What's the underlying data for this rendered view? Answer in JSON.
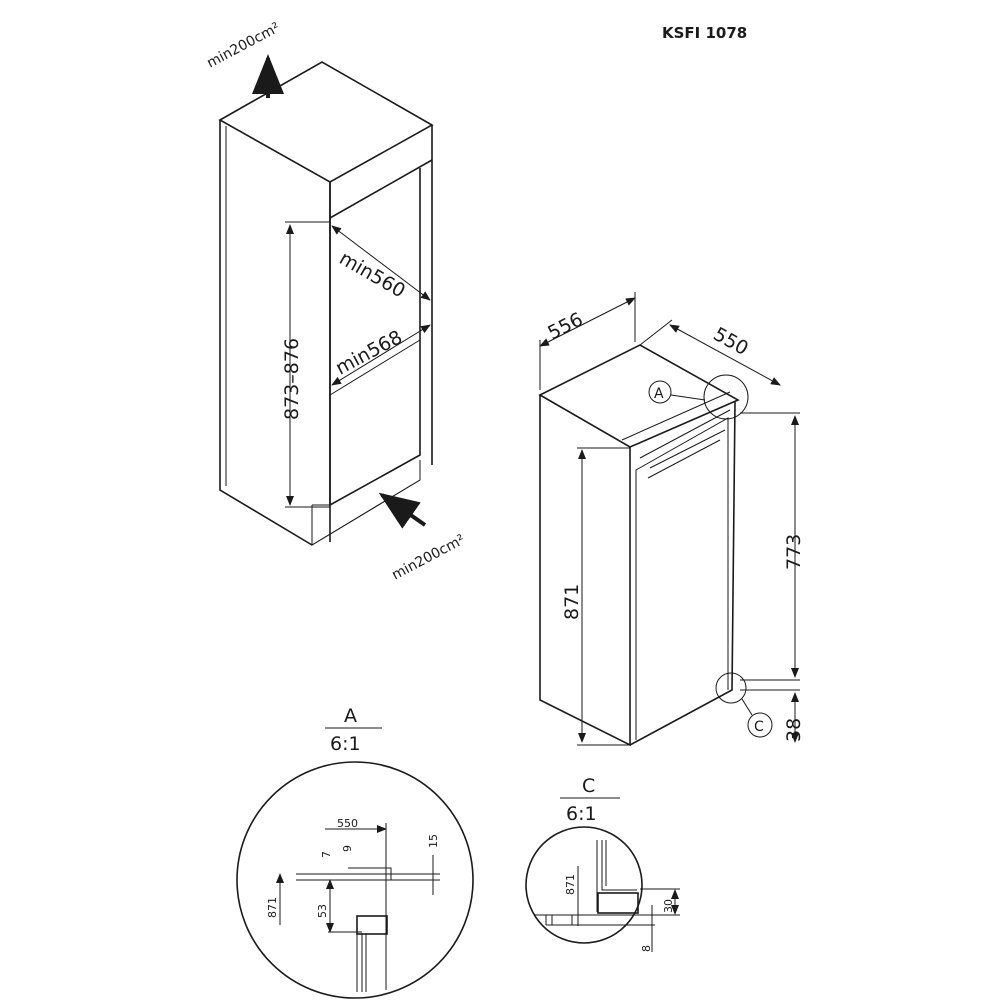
{
  "title": "KSFI 1078",
  "cabinet": {
    "vent_top": "min200cm²",
    "vent_bottom": "min200cm²",
    "niche_height": "873–876",
    "depth_min": "min560",
    "width_min": "min568"
  },
  "appliance": {
    "depth": "556",
    "width": "550",
    "height": "871",
    "door_height": "773",
    "bottom_offset": "38",
    "marker_a": "A",
    "marker_c": "C"
  },
  "detail_a": {
    "label": "A",
    "scale": "6:1",
    "dims": {
      "d550": "550",
      "d7": "7",
      "d9": "9",
      "d15": "15",
      "d871": "871",
      "d53": "53"
    }
  },
  "detail_c": {
    "label": "C",
    "scale": "6:1",
    "dims": {
      "d871": "871",
      "d30": "30",
      "d8": "8"
    }
  }
}
